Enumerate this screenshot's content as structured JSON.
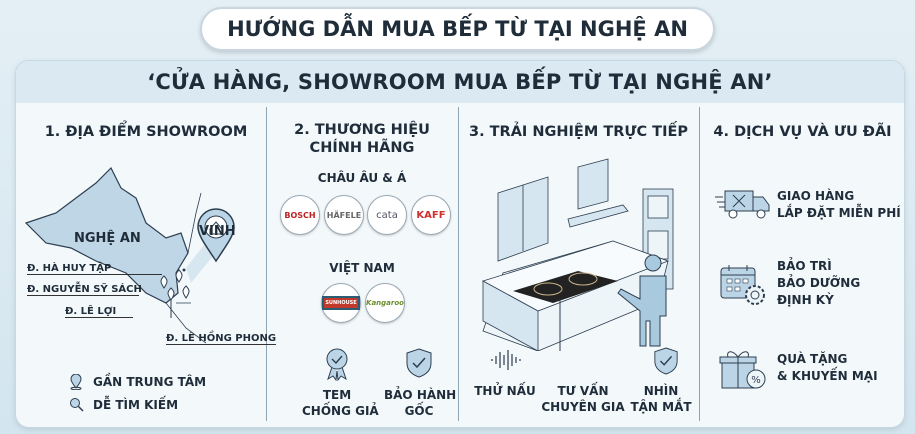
{
  "title": "HƯỚNG DẪN MUA BẾP TỪ TẠI NGHỆ AN",
  "subtitle": "‘CỬA HÀNG, SHOWROOM MUA BẾP TỪ TẠI NGHỆ AN’",
  "col1": {
    "heading": "1. ĐỊA ĐIỂM SHOWROOM",
    "region": "NGHỆ AN",
    "city": "VINH",
    "streets": [
      "Đ. HÀ HUY TẬP",
      "Đ. NGUYỄN SỸ SÁCH",
      "Đ. LÊ LỢI",
      "Đ. LÊ HỒNG PHONG"
    ],
    "features": [
      {
        "icon": "location-pin-icon",
        "label": "GẦN TRUNG TÂM"
      },
      {
        "icon": "search-icon",
        "label": "DỄ TÌM KIẾM"
      }
    ]
  },
  "col2": {
    "heading_line1": "2. THƯƠNG HIỆU",
    "heading_line2": "CHÍNH HÃNG",
    "group1": "CHÂU ÂU & Á",
    "brands1": [
      "BOSCH",
      "HÄFELE",
      "cata",
      "KAFF"
    ],
    "group2": "VIỆT NAM",
    "brands2": [
      "SUNHOUSE",
      "Kangaroo"
    ],
    "badges": [
      {
        "icon": "award-ribbon-icon",
        "line1": "TEM",
        "line2": "CHỐNG GIẢ"
      },
      {
        "icon": "shield-check-icon",
        "line1": "BẢO HÀNH",
        "line2": "GỐC"
      }
    ]
  },
  "col3": {
    "heading": "3. TRẢI NGHIỆM TRỰC TIẾP",
    "items": [
      {
        "icon": "sound-wave-icon",
        "line1": "THỬ NẤU",
        "line2": ""
      },
      {
        "icon": "pointer-line-icon",
        "line1": "TƯ VẤN",
        "line2": "CHUYÊN GIA"
      },
      {
        "icon": "shield-check-icon",
        "line1": "NHÌN",
        "line2": "TẬN MẮT"
      }
    ]
  },
  "col4": {
    "heading": "4. DỊCH VỤ VÀ ƯU ĐÃI",
    "items": [
      {
        "icon": "delivery-truck-icon",
        "lines": [
          "GIAO HÀNG",
          "LẮP ĐẶT MIỄN PHÍ"
        ]
      },
      {
        "icon": "calendar-gear-icon",
        "lines": [
          "BẢO TRÌ",
          "BẢO DƯỠNG",
          "ĐỊNH KỲ"
        ]
      },
      {
        "icon": "gift-discount-icon",
        "lines": [
          "QUÀ TẶNG",
          "& KHUYẾN MẠI"
        ]
      }
    ]
  },
  "colors": {
    "accent": "#a9c9de",
    "text": "#1f2c3a",
    "kaff": "#d0312d"
  }
}
